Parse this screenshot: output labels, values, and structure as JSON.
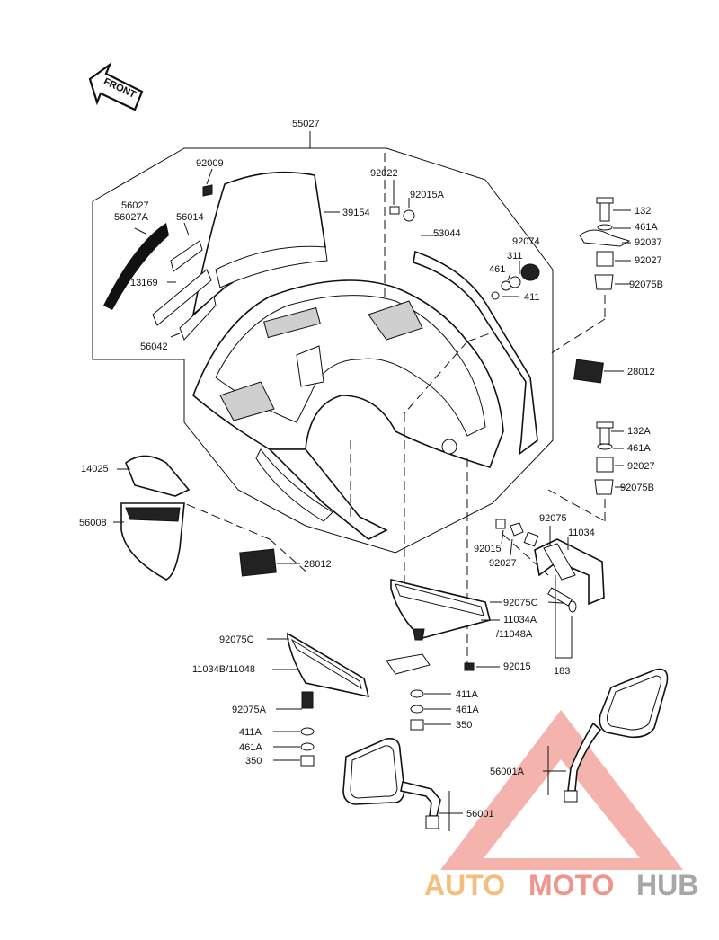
{
  "front_label": "FRONT",
  "parts": {
    "p55027": "55027",
    "p92009": "92009",
    "p92022": "92022",
    "p92015A": "92015A",
    "p56027": "56027",
    "p56027A": "56027A",
    "p56014": "56014",
    "p39154": "39154",
    "p53044": "53044",
    "p92074": "92074",
    "p311": "311",
    "p461": "461",
    "p411": "411",
    "p13169": "13169",
    "p56042": "56042",
    "p132": "132",
    "p461A_top": "461A",
    "p92037": "92037",
    "p92027_top": "92027",
    "p92075B_top": "92075B",
    "p28012_right": "28012",
    "p132A": "132A",
    "p461A_mid": "461A",
    "p92027_mid": "92027",
    "p92075B_mid": "92075B",
    "p14025": "14025",
    "p56008": "56008",
    "p92075": "92075",
    "p11034": "11034",
    "p92015_mid": "92015",
    "p92027_low": "92027",
    "p28012_left": "28012",
    "p92075C_right": "92075C",
    "p11034A": "11034A",
    "p11048A": "/11048A",
    "p92075C_left": "92075C",
    "p11034B": "11034B/11048",
    "p92015_low": "92015",
    "p183": "183",
    "p411A_right": "411A",
    "p461A_right": "461A",
    "p350_right": "350",
    "p92075A": "92075A",
    "p411A_left": "411A",
    "p461A_left": "461A",
    "p350_left": "350",
    "p56001A": "56001A",
    "p56001": "56001"
  },
  "watermark": {
    "part1": "AUTO",
    "part2": "MOTO",
    "part3": "HUB",
    "color_orange": "#f5b870",
    "color_red": "#ef8a80",
    "color_grey": "#9e9e9e"
  }
}
